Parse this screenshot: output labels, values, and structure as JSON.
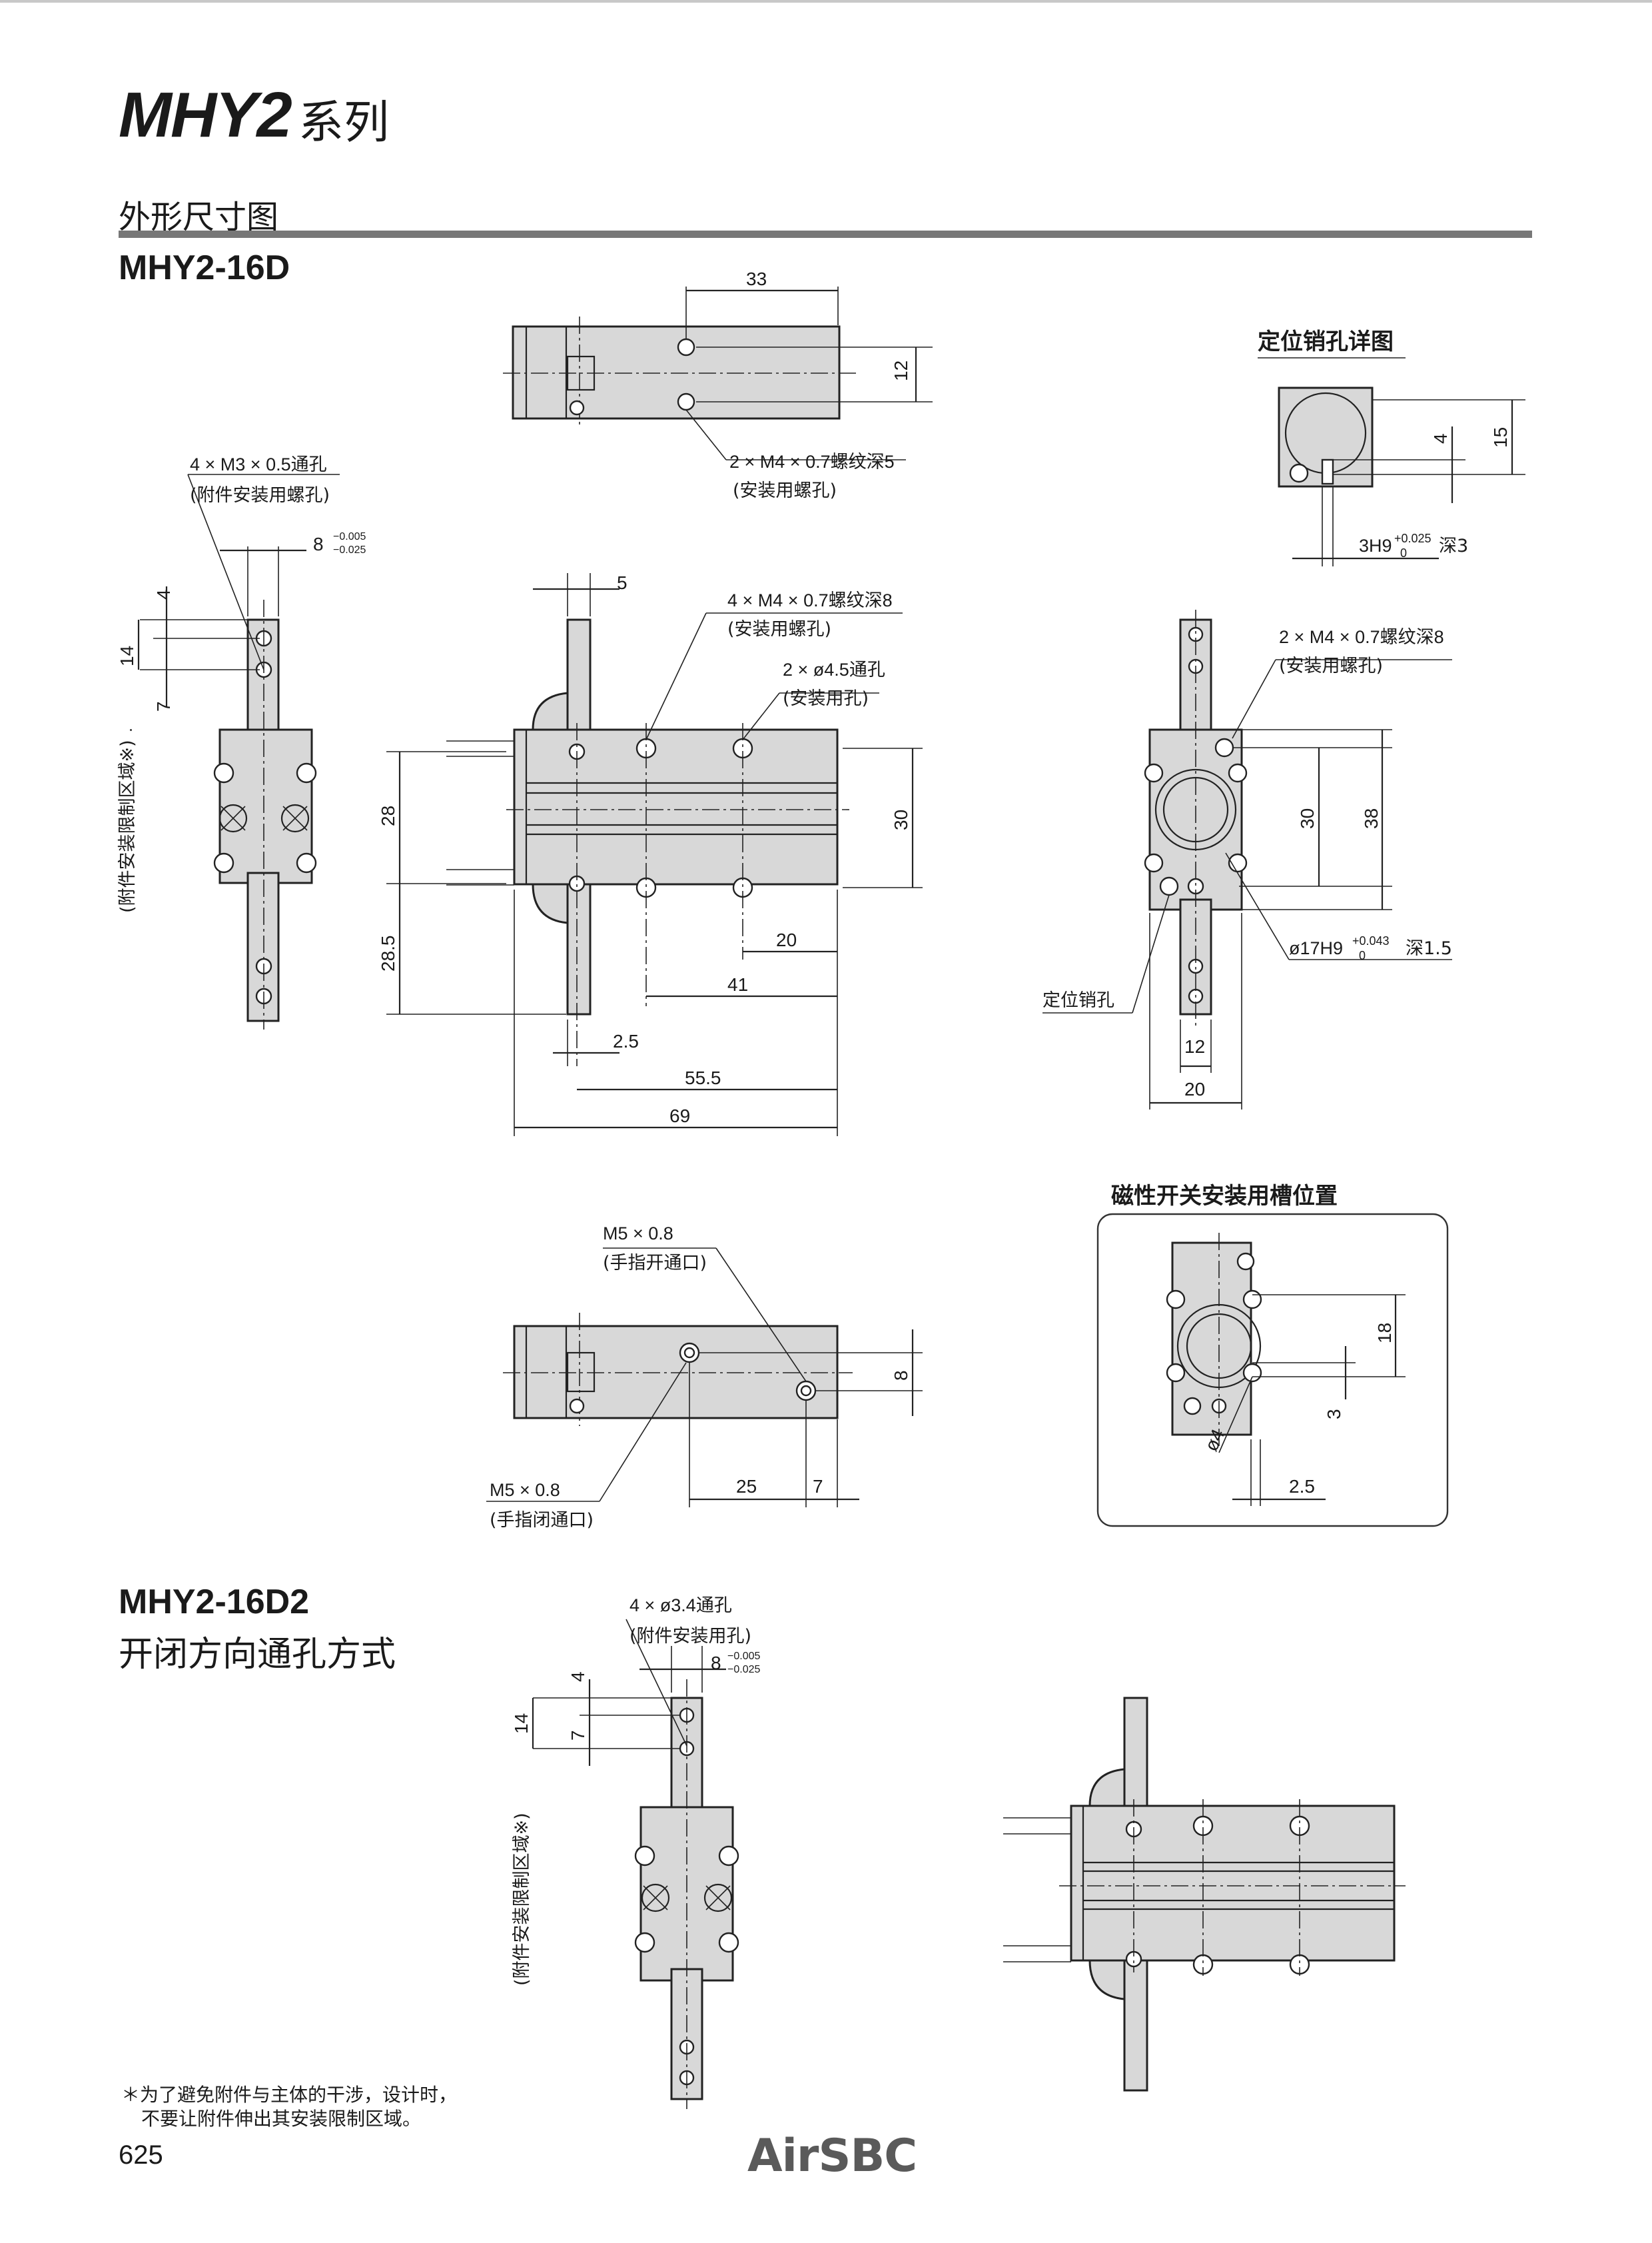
{
  "page": {
    "title": "MHY2",
    "series": "系列",
    "section": "外形尺寸图",
    "model_1": "MHY2-16D",
    "model_2": "MHY2-16D2",
    "model_2_subtitle": "开闭方向通孔方式",
    "footnote_line1": "＊为了避免附件与主体的干涉，设计时，",
    "footnote_line2": "不要让附件伸出其安装限制区域。",
    "page_number": "625",
    "brand": "AirSBC"
  },
  "drawing_labels": {
    "pin_detail_title": "定位销孔详图",
    "switch_groove_title": "磁性开关安装用槽位置",
    "m3_thru": "4 × M3 × 0.5通孔",
    "attach_mount_screw": "(附件安装用螺孔)",
    "m4_depth5": "2 × M4 × 0.7螺纹深5",
    "mount_screw": "(安装用螺孔)",
    "m4_depth8_4": "4 × M4 × 0.7螺纹深8",
    "phi45_thru": "2 × ø4.5通孔",
    "mount_hole": "(安装用孔)",
    "m4_depth8_2": "2 × M4 × 0.7螺纹深8",
    "h9_pin": "3H9",
    "h9_tol_upper": "+0.025",
    "h9_tol_lower": "0",
    "h9_depth": "深3",
    "bore": "ø17H9",
    "bore_tol_upper": "+0.043",
    "bore_tol_lower": "0",
    "bore_depth": "深1.5",
    "locating_pin_hole": "定位销孔",
    "width_8": "8",
    "width_8_tol_upper": "−0.005",
    "width_8_tol_lower": "−0.025",
    "restricted_zone": "(附件安装限制区域※)",
    "m5_open": "M5 × 0.8",
    "finger_open_port": "(手指开通口)",
    "m5_close": "M5 × 0.8",
    "finger_close_port": "(手指闭通口)",
    "phi34_thru": "4 × ø3.4通孔",
    "attach_mount_hole": "(附件安装用孔)",
    "phi4": "ø4"
  },
  "dimensions": {
    "d33": "33",
    "d12a": "12",
    "d15": "15",
    "d4a": "4",
    "d5": "5",
    "d4b": "4",
    "d14": "14",
    "d7": "7",
    "d28": "28",
    "d28_5": "28.5",
    "d30a": "30",
    "d20a": "20",
    "d41": "41",
    "d2_5a": "2.5",
    "d55_5": "55.5",
    "d69": "69",
    "d30b": "30",
    "d38": "38",
    "d12b": "12",
    "d20b": "20",
    "d8": "8",
    "d25": "25",
    "d7b": "7",
    "d18": "18",
    "d3": "3",
    "d2_5b": "2.5",
    "d4c": "4",
    "d7c": "7",
    "d14b": "14"
  }
}
